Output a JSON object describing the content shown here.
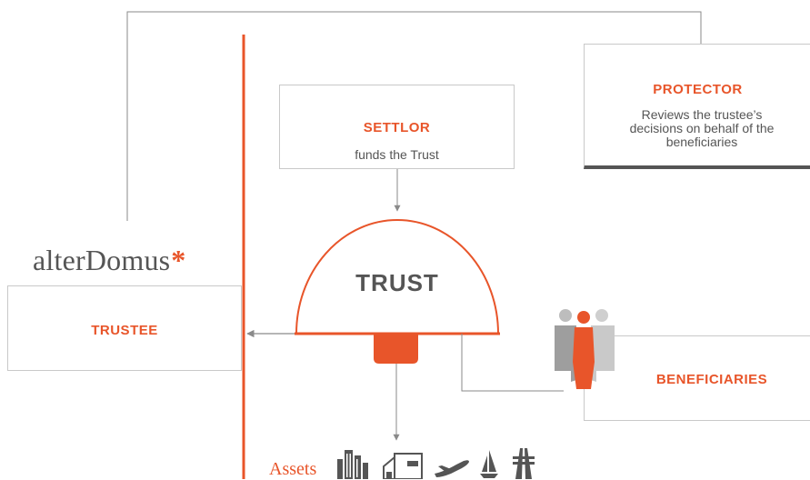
{
  "logo": {
    "text": "alterDomus",
    "mark": "*"
  },
  "settlor": {
    "title": "SETTLOR",
    "description": "funds the Trust"
  },
  "protector": {
    "title": "PROTECTOR",
    "description_lines": [
      "Reviews the trustee’s",
      "decisions on behalf of the",
      "beneficiaries"
    ]
  },
  "trust": {
    "label": "TRUST"
  },
  "trustee": {
    "title": "TRUSTEE"
  },
  "beneficiaries": {
    "title": "BENEFICIARIES"
  },
  "assets": {
    "label": "Assets",
    "icons": [
      "buildings-icon",
      "factory-icon",
      "airplane-icon",
      "sailboat-icon",
      "highway-icon"
    ]
  },
  "colors": {
    "accent": "#e8552a",
    "line": "#9a9a9a",
    "text": "#555555",
    "box_border": "#c9c9c9"
  }
}
